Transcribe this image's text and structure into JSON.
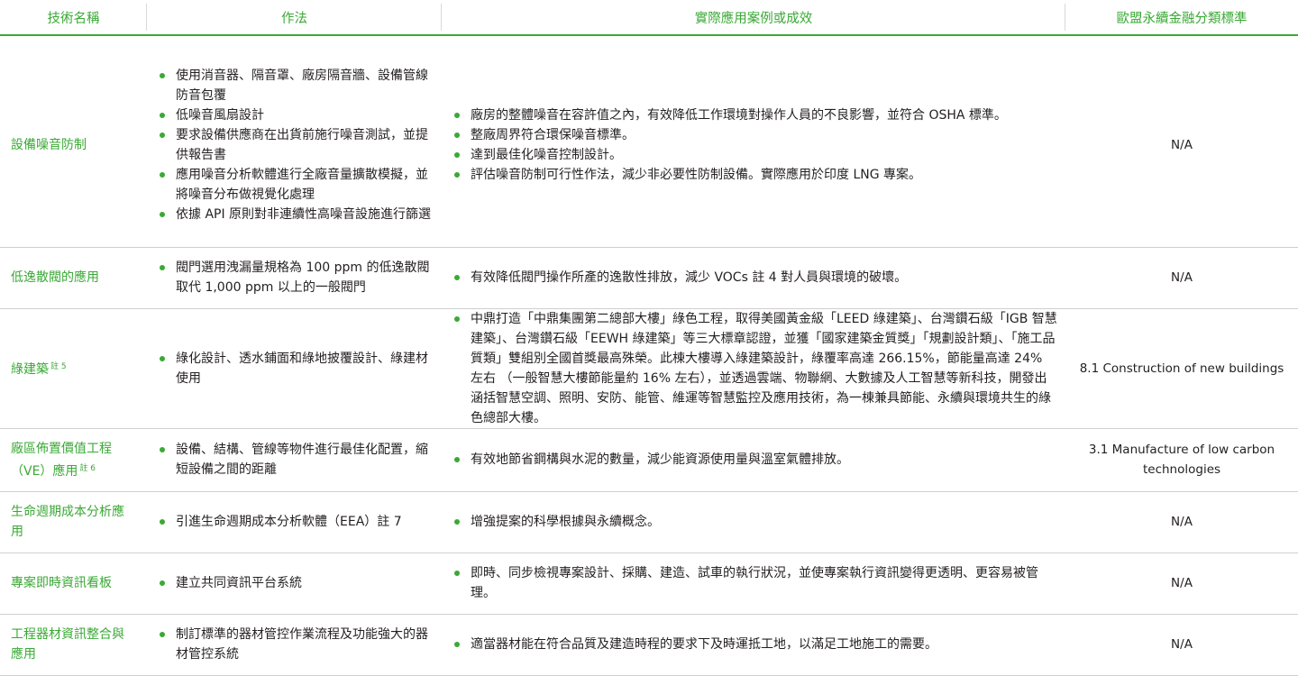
{
  "headers": [
    "技術名稱",
    "作法",
    "實際應用案例或成效",
    "歐盟永續金融分類標準"
  ],
  "rows": [
    {
      "name": "設備噪音防制",
      "methods": [
        "使用消音器、隔音罩、廠房隔音牆、設備管線防音包覆",
        "低噪音風扇設計",
        "要求設備供應商在出貨前施行噪音測試，並提供報告書",
        "應用噪音分析軟體進行全廠音量擴散模擬，並將噪音分布做視覺化處理",
        "依據 API 原則對非連續性高噪音設施進行篩選"
      ],
      "results": [
        "廠房的整體噪音在容許值之內，有效降低工作環境對操作人員的不良影響，並符合 OSHA 標準。",
        "整廠周界符合環保噪音標準。",
        "達到最佳化噪音控制設計。",
        "評估噪音防制可行性作法，減少非必要性防制設備。實際應用於印度 LNG 專案。"
      ],
      "taxonomy": "N/A"
    },
    {
      "name": "低逸散閥的應用",
      "methods": [
        "閥門選用洩漏量規格為 100 ppm 的低逸散閥取代 1,000 ppm 以上的一般閥門"
      ],
      "results": [
        "有效降低閥門操作所產的逸散性排放，減少 VOCs 註 4 對人員與環境的破壞。"
      ],
      "taxonomy": "N/A"
    },
    {
      "name": "綠建築",
      "name_note": "註 5",
      "methods": [
        "綠化設計、透水鋪面和綠地披覆設計、綠建材使用"
      ],
      "results": [
        "中鼎打造「中鼎集團第二總部大樓」綠色工程，取得美國黃金級「LEED 綠建築」、台灣鑽石級「IGB 智慧建築」、台灣鑽石級「EEWH 綠建築」等三大標章認證，並獲「國家建築金質獎」「規劃設計類」、「施工品質類」雙組別全國首獎最高殊榮。此棟大樓導入綠建築設計，綠覆率高達 266.15%，節能量高達 24% 左右 （一般智慧大樓節能量約 16% 左右），並透過雲端、物聯網、大數據及人工智慧等新科技，開發出涵括智慧空調、照明、安防、能管、維運等智慧監控及應用技術，為一棟兼具節能、永續與環境共生的綠色總部大樓。"
      ],
      "taxonomy": "8.1 Construction of new buildings"
    },
    {
      "name": "廠區佈置價值工程（VE）應用",
      "name_note": "註 6",
      "methods": [
        "設備、結構、管線等物件進行最佳化配置，縮短設備之間的距離"
      ],
      "results": [
        "有效地節省鋼構與水泥的數量，減少能資源使用量與溫室氣體排放。"
      ],
      "taxonomy": "3.1 Manufacture of low carbon technologies"
    },
    {
      "name": "生命週期成本分析應用",
      "methods": [
        "引進生命週期成本分析軟體（EEA）註 7"
      ],
      "results": [
        "增強提案的科學根據與永續概念。"
      ],
      "taxonomy": "N/A"
    },
    {
      "name": "專案即時資訊看板",
      "methods": [
        "建立共同資訊平台系統"
      ],
      "results": [
        "即時、同步檢視專案設計、採購、建造、試車的執行狀況，並使專案執行資訊變得更透明、更容易被管理。"
      ],
      "taxonomy": "N/A"
    },
    {
      "name": "工程器材資訊整合與應用",
      "methods": [
        "制訂標準的器材管控作業流程及功能強大的器材管控系統"
      ],
      "results": [
        "適當器材能在符合品質及建造時程的要求下及時運抵工地，以滿足工地施工的需要。"
      ],
      "taxonomy": "N/A"
    }
  ],
  "colors": {
    "accent": "#3aa935",
    "text": "#231f20",
    "rule": "#cfcfcf"
  }
}
